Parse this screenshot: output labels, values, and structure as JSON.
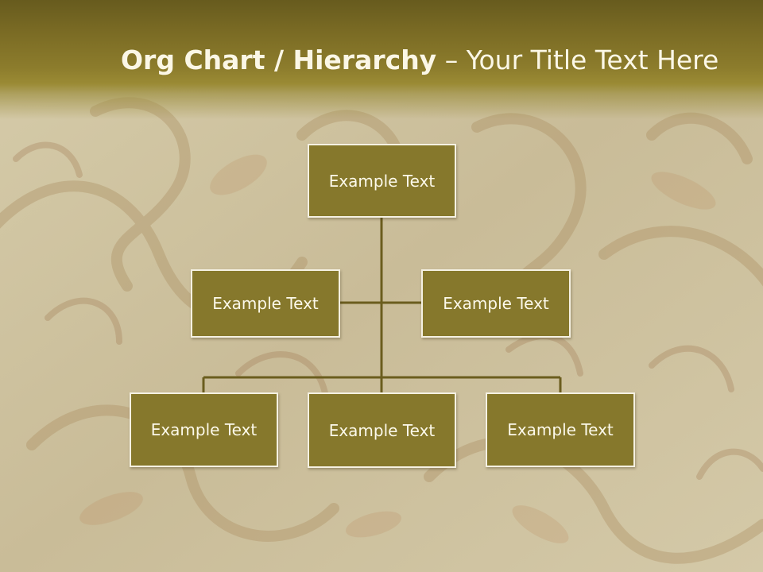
{
  "title": {
    "bold_part": "Org Chart / Hierarchy",
    "separator": " – ",
    "regular_part": "Your Title Text Here"
  },
  "org_chart": {
    "root": {
      "label": "Example Text"
    },
    "assistants": [
      {
        "label": "Example Text"
      },
      {
        "label": "Example Text"
      }
    ],
    "subordinates": [
      {
        "label": "Example Text"
      },
      {
        "label": "Example Text"
      },
      {
        "label": "Example Text"
      }
    ]
  },
  "colors": {
    "title_bar": "#7a6b24",
    "title_text": "#fbf7e6",
    "node_fill": "#86782c",
    "node_border": "#f5f1e2",
    "node_text": "#fcf9ea",
    "connector": "#6b5d1e",
    "background": "#cbbf9f"
  }
}
